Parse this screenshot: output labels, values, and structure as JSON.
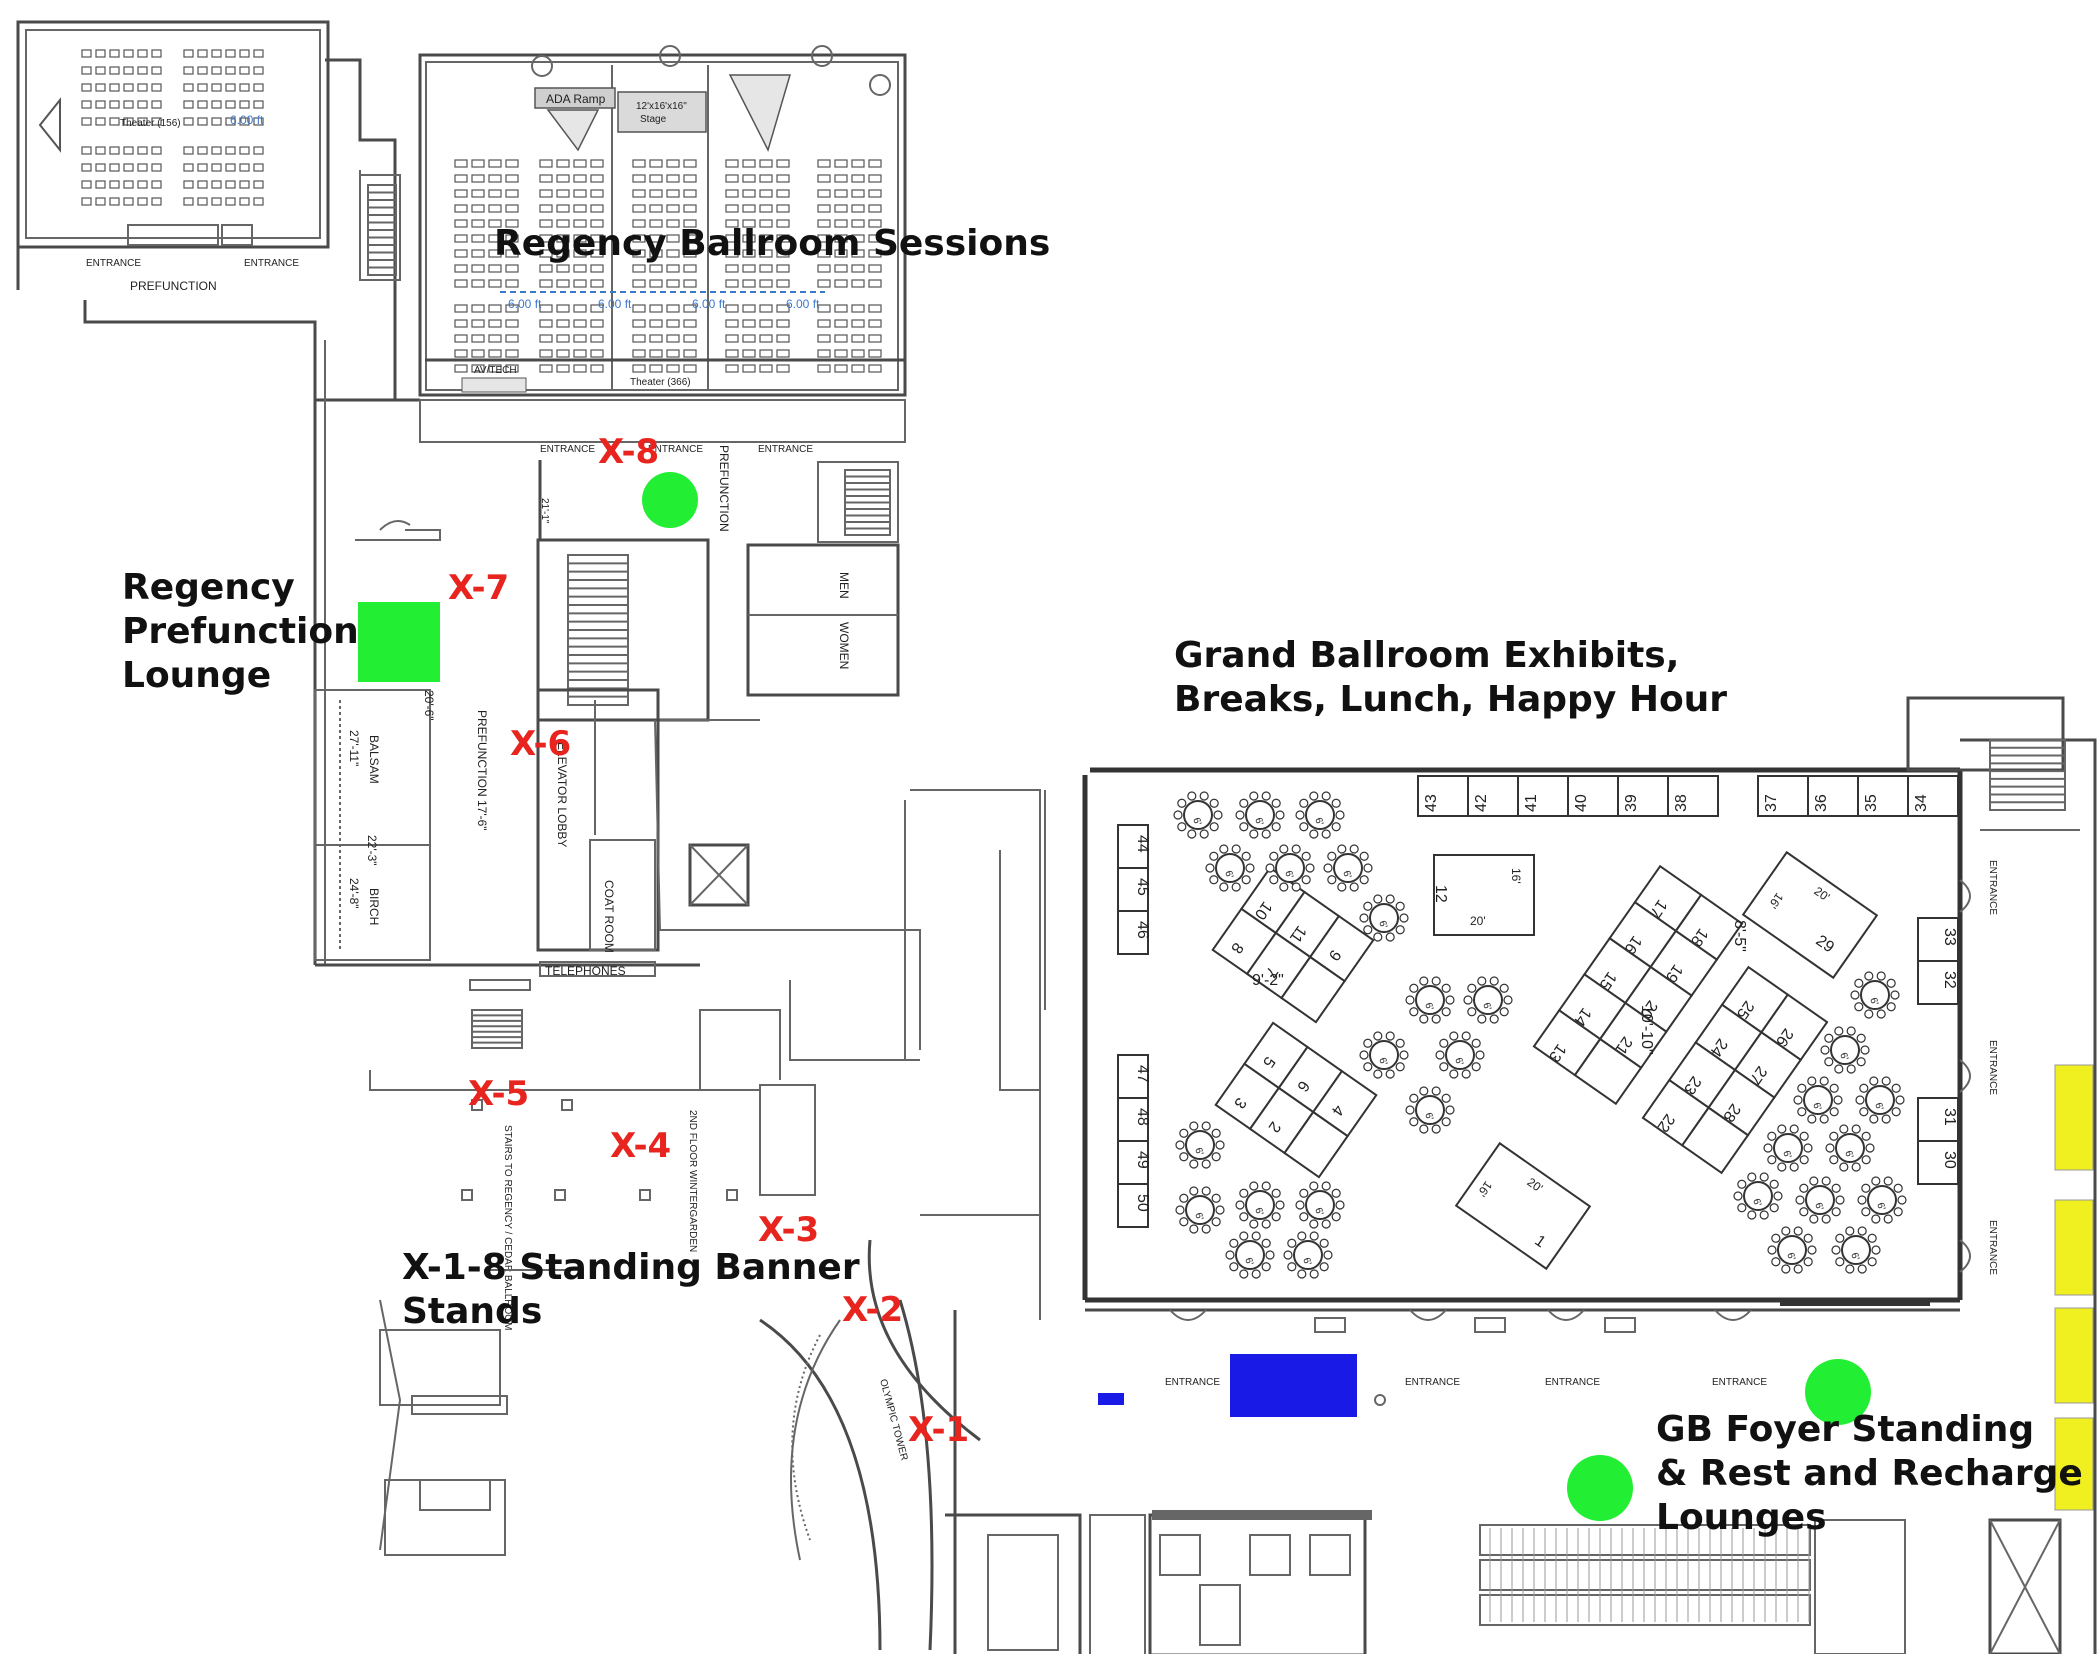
{
  "colors": {
    "lounge_green": "#22ee33",
    "foyer_blue": "#1a1ae6",
    "charging_yellow": "#f0f020",
    "marker_red": "#e8241f",
    "wall": "#4a4a4a",
    "dimension_blue": "#3a78c9"
  },
  "labels": {
    "regency_sessions": "Regency Ballroom Sessions",
    "regency_lounge": [
      "Regency",
      "Prefunction",
      "Lounge"
    ],
    "grand_ballroom": [
      "Grand Ballroom Exhibits,",
      "Breaks, Lunch, Happy Hour"
    ],
    "banner_stands": [
      "X-1-8 Standing Banner",
      "Stands"
    ],
    "gb_foyer": [
      "GB Foyer Standing",
      "& Rest and Recharge",
      "Lounges"
    ]
  },
  "markers": [
    "X-1",
    "X-2",
    "X-3",
    "X-4",
    "X-5",
    "X-6",
    "X-7",
    "X-8"
  ],
  "plan_text": {
    "theater_small": "Theater (156)",
    "theater_large": "Theater (366)",
    "six_ft": "6.00 ft",
    "ada_ramp": "ADA Ramp",
    "stage": "12'x16'x16\"",
    "stage_word": "Stage",
    "av_tech": "AV/TECH",
    "entrance": "ENTRANCE",
    "prefunction": "PREFUNCTION",
    "men": "MEN",
    "women": "WOMEN",
    "elevator_lobby": "ELEVATOR LOBBY",
    "coat_room": "COAT ROOM",
    "telephones": "TELEPHONES",
    "balsam": "BALSAM",
    "birch": "BIRCH",
    "prefunction_dim": "PREFUNCTION 17'-6\"",
    "stairs": "STAIRS TO REGENCY / CEDAR BALLROOM",
    "wintergarden": "2ND FLOOR WINTERGARDEN",
    "olympic_tower": "OLYMPIC TOWER",
    "dim_21_1": "21'-1\"",
    "dim_20_6": "20'-6\"",
    "dim_27_11": "27'-11\"",
    "dim_22_3": "22'-3\"",
    "dim_24_8": "24'-8\"",
    "dim_9_2": "9'-2\"",
    "dim_10_10": "10'-10\"",
    "dim_8_5": "8'-5\"",
    "dim_16": "16'",
    "dim_20": "20'",
    "table_6": "6'"
  },
  "booths_top": [
    "43",
    "42",
    "41",
    "40",
    "39",
    "38",
    "37",
    "36",
    "35",
    "34"
  ],
  "booths_left": [
    "44",
    "45",
    "46",
    "47",
    "48",
    "49",
    "50"
  ],
  "booths_right": [
    "33",
    "32",
    "31",
    "30"
  ],
  "booths_grid_a": [
    "10",
    "11",
    "9",
    "8",
    "7"
  ],
  "booths_grid_b": [
    "5",
    "6",
    "4",
    "3",
    "2"
  ],
  "booths_grid_c": [
    "17",
    "18",
    "16",
    "19",
    "15",
    "20",
    "14",
    "21",
    "13"
  ],
  "booths_grid_d": [
    "25",
    "26",
    "24",
    "27",
    "23",
    "28",
    "22"
  ],
  "booths_big": [
    "12",
    "29",
    "1"
  ]
}
